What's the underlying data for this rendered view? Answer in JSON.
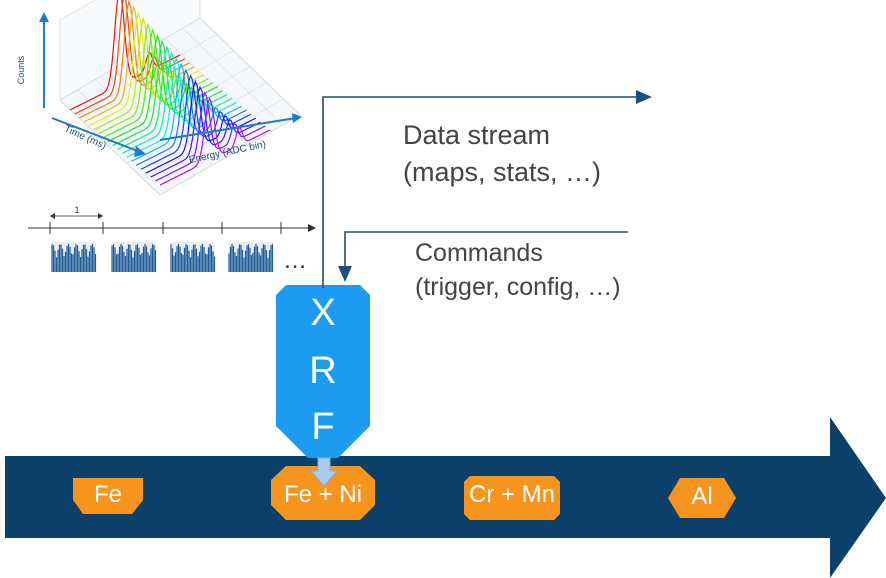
{
  "colors": {
    "conveyor": "#0b4168",
    "element_tag": "#f7941d",
    "xrf_head": "#1d9bf0",
    "beam": "#a9cdf2",
    "arrow_line": "#1f4e79",
    "text": "#444444"
  },
  "plot3d": {
    "ylabel": "Counts",
    "xlabel": "Time (ms)",
    "zlabel": "Energy (ADC bin)"
  },
  "timeline": {
    "period_label": "1",
    "ellipsis": "…"
  },
  "data_stream": {
    "line1": "Data stream",
    "line2": "(maps, stats, …)"
  },
  "commands": {
    "line1": "Commands",
    "line2": "(trigger, config, …)"
  },
  "xrf": {
    "letters": [
      "X",
      "R",
      "F"
    ]
  },
  "conveyor": {
    "elements": [
      "Fe",
      "Fe + Ni",
      "Cr + Mn",
      "Al"
    ]
  }
}
